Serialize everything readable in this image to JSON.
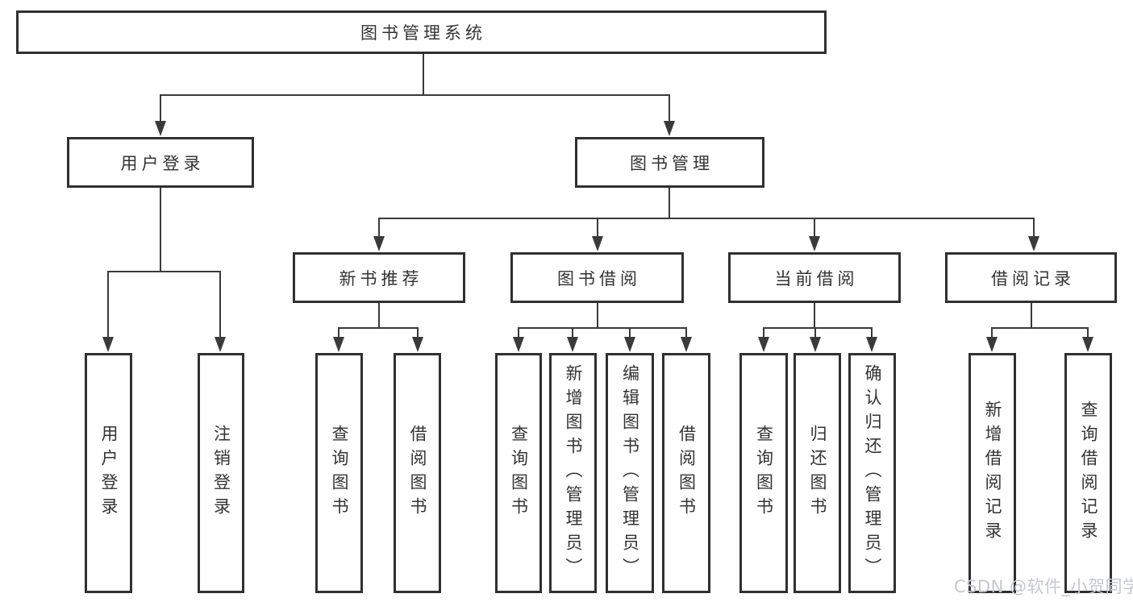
{
  "diagram": {
    "watermark": "CSDN @软件_小贺同学",
    "colors": {
      "line": "#3a3a3a",
      "box_border": "#303030",
      "text": "#333333",
      "background": "#ffffff",
      "watermark": "#c6c8cc"
    },
    "nodes": {
      "root": "图书管理系统",
      "user_login_branch": "用户登录",
      "book_mgmt_branch": "图书管理",
      "user_login": "用户登录",
      "logout_login": "注销登录",
      "new_book_rec": "新书推荐",
      "book_borrow": "图书借阅",
      "current_borrow": "当前借阅",
      "borrow_records": "借阅记录",
      "nbr_query_book": "查询图书",
      "nbr_borrow_book": "借阅图书",
      "bb_query_book": "查询图书",
      "bb_add_book": "新增图书（管理员）",
      "bb_edit_book": "编辑图书（管理员）",
      "bb_borrow_book": "借阅图书",
      "cb_query_book": "查询图书",
      "cb_return_book": "归还图书",
      "cb_confirm_return": "确认归还（管理员）",
      "br_add_record": "新增借阅记录",
      "br_query_record": "查询借阅记录"
    }
  }
}
